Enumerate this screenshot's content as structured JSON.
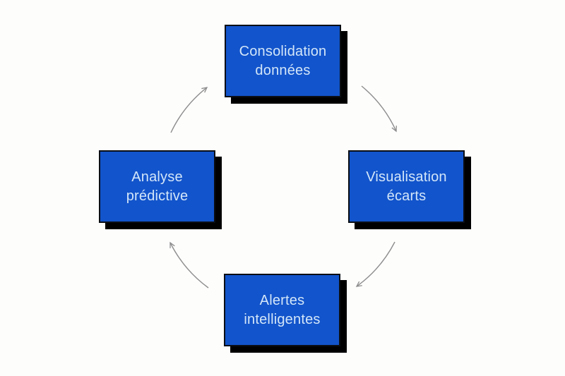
{
  "diagram": {
    "type": "cycle",
    "direction": "clockwise",
    "nodes": [
      {
        "id": "consolidation-donnees",
        "label": "Consolidation données",
        "lines": [
          "Consolidation",
          "données"
        ],
        "position": "top"
      },
      {
        "id": "visualisation-ecarts",
        "label": "Visualisation écarts",
        "lines": [
          "Visualisation",
          "écarts"
        ],
        "position": "right"
      },
      {
        "id": "alertes-intelligentes",
        "label": "Alertes intelligentes",
        "lines": [
          "Alertes",
          "intelligentes"
        ],
        "position": "bottom"
      },
      {
        "id": "analyse-predictive",
        "label": "Analyse prédictive",
        "lines": [
          "Analyse",
          "prédictive"
        ],
        "position": "left"
      }
    ],
    "edges": [
      {
        "from": "analyse-predictive",
        "to": "consolidation-donnees"
      },
      {
        "from": "consolidation-donnees",
        "to": "visualisation-ecarts"
      },
      {
        "from": "visualisation-ecarts",
        "to": "alertes-intelligentes"
      },
      {
        "from": "alertes-intelligentes",
        "to": "analyse-predictive"
      }
    ],
    "colors": {
      "node_fill": "#1254cb",
      "node_border": "#0a0e14",
      "node_shadow": "#000000",
      "node_text": "#d3e6f9",
      "arrow": "#8d8d8d",
      "background": "#fdfdfc"
    }
  }
}
